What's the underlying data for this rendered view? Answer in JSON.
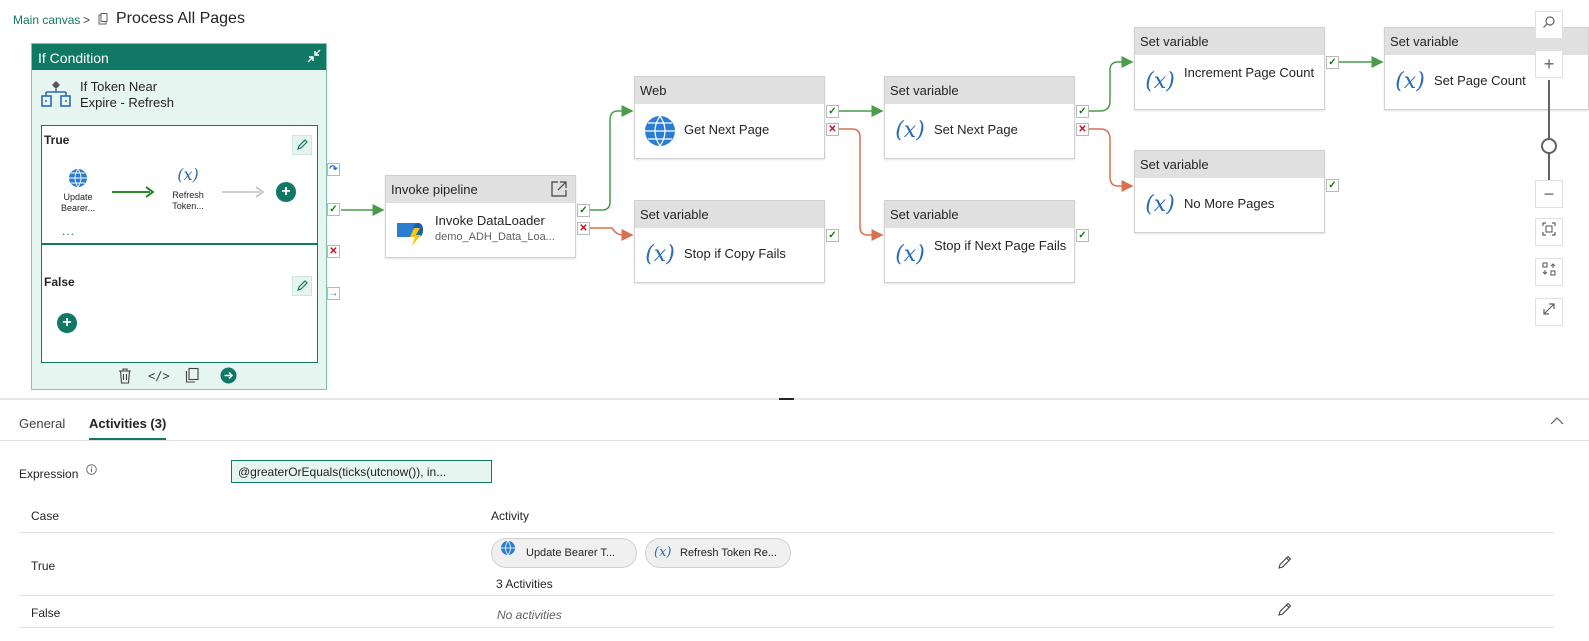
{
  "breadcrumb": {
    "root": "Main canvas",
    "sep": ">",
    "title": "Process All Pages"
  },
  "if_condition": {
    "header": "If Condition",
    "name_line1": "If Token Near",
    "name_line2": "Expire - Refresh",
    "true_branch": {
      "title": "True",
      "activities": [
        {
          "line1": "Update",
          "line2": "Bearer..."
        },
        {
          "line1": "Refresh",
          "line2": "Token..."
        }
      ],
      "more": "..."
    },
    "false_branch": {
      "title": "False"
    }
  },
  "cards": {
    "invoke": {
      "header": "Invoke pipeline",
      "title": "Invoke DataLoader",
      "subtitle": "demo_ADH_Data_Loa..."
    },
    "web": {
      "header": "Web",
      "title": "Get Next Page"
    },
    "stop_copy": {
      "header": "Set variable",
      "title": "Stop if Copy Fails"
    },
    "set_next": {
      "header": "Set variable",
      "title": "Set Next Page"
    },
    "stop_next": {
      "header": "Set variable",
      "title": "Stop if Next Page Fails"
    },
    "increment": {
      "header": "Set variable",
      "title": "Increment Page Count"
    },
    "no_more": {
      "header": "Set variable",
      "title": "No More Pages"
    },
    "set_count": {
      "header": "Set variable",
      "title": "Set Page Count"
    }
  },
  "bottom": {
    "tabs": [
      "General",
      "Activities (3)"
    ],
    "expression_label": "Expression",
    "expression_value": "@greaterOrEquals(ticks(utcnow()), in...",
    "columns": [
      "Case",
      "Activity"
    ],
    "rows": [
      {
        "case": "True",
        "chips": [
          "Update Bearer T...",
          "Refresh Token Re..."
        ],
        "count": "3 Activities"
      },
      {
        "case": "False",
        "empty": "No activities"
      }
    ]
  },
  "colors": {
    "accent": "#117865",
    "success": "#107c10",
    "failure": "#c50f1f",
    "success_line": "#4a9b4a",
    "failure_line": "#d9704f"
  }
}
